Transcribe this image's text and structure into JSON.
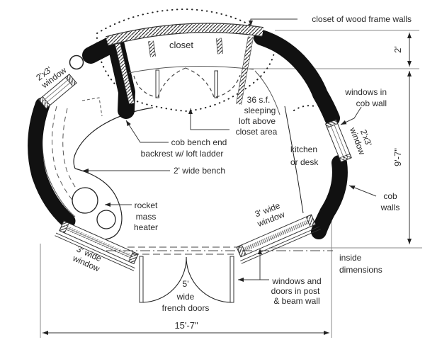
{
  "drawing": {
    "labels": {
      "closet": "closet",
      "closet_walls": "closet of wood frame walls",
      "window_2x3": [
        "2'x3'",
        "window"
      ],
      "windows_in_cob": [
        "windows in",
        "cob wall"
      ],
      "loft": [
        "36 s.f.",
        "sleeping",
        "loft above",
        "closet area"
      ],
      "bench_end": [
        "cob bench end",
        "backrest w/ loft ladder"
      ],
      "bench": "2' wide bench",
      "heater": [
        "rocket",
        "mass",
        "heater"
      ],
      "kitchen": [
        "kitchen",
        "or desk"
      ],
      "cob_walls": [
        "cob",
        "walls"
      ],
      "window_3ft": [
        "3' wide",
        "window"
      ],
      "french_doors": [
        "5'",
        "wide",
        "french doors"
      ],
      "post_beam": [
        "windows and",
        "doors in post",
        "& beam wall"
      ],
      "inside_dims": [
        "inside",
        "dimensions"
      ]
    },
    "dimensions": {
      "overall_width": "15'-7\"",
      "overall_height": "9'-7\"",
      "closet_depth": "2'"
    },
    "colors": {
      "ink": "#222222",
      "wall_fill": "#111111",
      "line_gray": "#555555",
      "background": "#ffffff"
    }
  }
}
